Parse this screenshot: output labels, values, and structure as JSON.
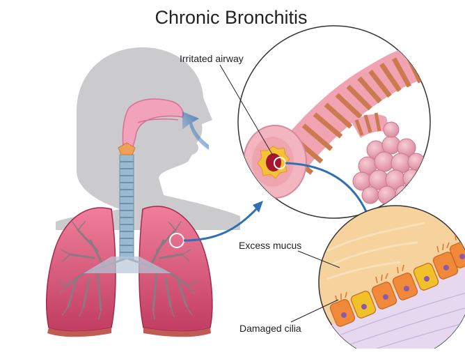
{
  "title": "Chronic Bronchitis",
  "labels": {
    "irritated_airway": "Irritated airway",
    "excess_mucus": "Excess mucus",
    "damaged_cilia": "Damaged cilia"
  },
  "colors": {
    "silhouette": "#c9c9cb",
    "lung": "#e65a7c",
    "lung_dark": "#b83358",
    "bronchi": "#8f7f86",
    "trachea": "#8fb0c8",
    "airway_pink": "#f1a3b1",
    "airway_band": "#c97a4f",
    "alveoli": "#e9a3b3",
    "mucus": "#f6d29c",
    "cells": "#f08a3a",
    "cilia_yellow": "#f1c12a",
    "tissue": "#e7dcef",
    "arrow_blue": "#2f6fb7",
    "text": "#222222"
  }
}
